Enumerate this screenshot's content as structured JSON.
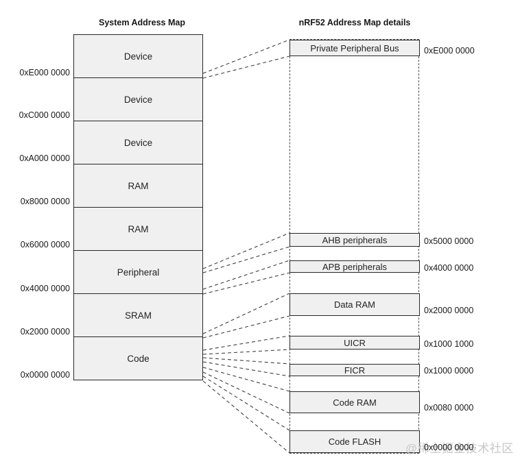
{
  "left_map": {
    "title": "System Address Map",
    "blocks": [
      {
        "label": "Device",
        "address": "0xE000 0000"
      },
      {
        "label": "Device",
        "address": "0xC000 0000"
      },
      {
        "label": "Device",
        "address": "0xA000 0000"
      },
      {
        "label": "RAM",
        "address": "0x8000 0000"
      },
      {
        "label": "RAM",
        "address": "0x6000 0000"
      },
      {
        "label": "Peripheral",
        "address": "0x4000 0000"
      },
      {
        "label": "SRAM",
        "address": "0x2000 0000"
      },
      {
        "label": "Code",
        "address": "0x0000 0000"
      }
    ]
  },
  "right_map": {
    "title": "nRF52 Address Map details",
    "blocks": [
      {
        "label": "Private Peripheral Bus",
        "address": "0xE000 0000"
      },
      {
        "label": "AHB peripherals",
        "address": "0x5000 0000"
      },
      {
        "label": "APB peripherals",
        "address": "0x4000 0000"
      },
      {
        "label": "Data RAM",
        "address": "0x2000 0000"
      },
      {
        "label": "UICR",
        "address": "0x1000 1000"
      },
      {
        "label": "FICR",
        "address": "0x1000 0000"
      },
      {
        "label": "Code RAM",
        "address": "0x0080 0000"
      },
      {
        "label": "Code FLASH",
        "address": "0x0000 0000"
      }
    ]
  },
  "connections": [
    {
      "from": "Device (0xE000 0000)",
      "to": "Private Peripheral Bus"
    },
    {
      "from": "Peripheral",
      "to": "AHB peripherals"
    },
    {
      "from": "Peripheral",
      "to": "APB peripherals"
    },
    {
      "from": "SRAM",
      "to": "Data RAM"
    },
    {
      "from": "Code",
      "to": "UICR"
    },
    {
      "from": "Code",
      "to": "FICR"
    },
    {
      "from": "Code",
      "to": "Code RAM"
    },
    {
      "from": "Code",
      "to": "Code FLASH"
    }
  ],
  "watermark": "@稀土掘金技术社区",
  "colors": {
    "block_fill": "#f0f0f0",
    "border": "#262626",
    "dashed_line": "#3d3d3d",
    "text": "#1f1f1f",
    "watermark": "#c7c7c7"
  }
}
